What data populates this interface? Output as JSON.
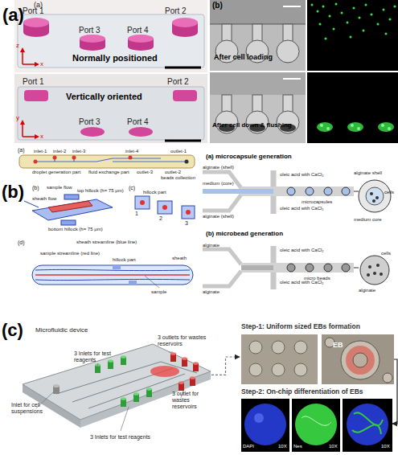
{
  "diagram": {
    "nodes": [
      {
        "text": [
          "Microfluidic device"
        ]
      },
      {
        "text": [
          "Step-1: Uniform sized EBs formation"
        ]
      },
      {
        "text": [
          "EB"
        ],
        "in": 1
      },
      {
        "text": [
          "Step-2: On-chip differentiation of EBs"
        ]
      }
    ],
    "edges": [
      {
        "from": 0,
        "to": 1,
        "arrow": "to"
      },
      {
        "from": 2,
        "to": 3,
        "arrow": "to"
      }
    ],
    "labels": [
      "(a)",
      "(a)",
      "Port 1",
      "Port 2",
      "Port 3",
      "Port 4",
      "z",
      "x",
      "Normally positioned",
      "Port 1",
      "Port 2",
      "Vertically oriented",
      "y",
      "x",
      "Port 3",
      "Port 4",
      "(b)",
      "After cell loading",
      "After cell down & flushing",
      "(b)",
      "(a)",
      "inlet-1",
      "inlet-2",
      "inlet-3",
      "inlet-4",
      "outlet-1",
      "beads collection",
      "outlet-2",
      "outlet-3",
      "droplet generation part",
      "fluid exchange part",
      "(b)",
      "sample flow",
      "sheath flow",
      "top hillock (h= 75 μm)",
      "(c)",
      "hillock part",
      "1",
      "2",
      "3",
      "bottom hillock (h= 75 μm)",
      "(d)",
      "sheath streamline (blue line)",
      "sample streamline (red line)",
      "hillock part",
      "sheath",
      "sample",
      "(a) microcapsule generation",
      "alginate (shell)",
      "oleic acid with CaCl₂",
      "medium (core)",
      "alginate shell",
      "cells",
      "microcapsules",
      "medium core",
      "oleic acid with CaCl₂",
      "alginate (shell)",
      "(b) microbead generation",
      "alginate",
      "oleic acid with CaCl₂",
      "cells",
      "micro beads",
      "oleic acid with CaCl₂",
      "alginate",
      "alginate",
      "(c)",
      "3 Inlets for test reagents",
      "3 outlets for wastes reservoirs",
      "Inlet for cell suspensions",
      "3 outlet for wastes reservoirs",
      "3 Inlets for test reagents",
      "DAPI",
      "10X",
      "Nes",
      "10X",
      "10X"
    ]
  }
}
